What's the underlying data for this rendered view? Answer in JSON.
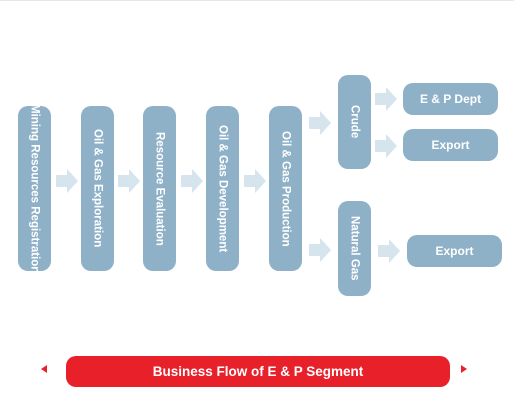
{
  "diagram": {
    "stages": [
      "Mining Resources Registration",
      "Oil & Gas Exploration",
      "Resource Evaluation",
      "Oil & Gas Development",
      "Oil & Gas Production"
    ],
    "branches": [
      {
        "label": "Crude",
        "destinations": [
          "E & P Dept",
          "Export"
        ]
      },
      {
        "label": "Natural Gas",
        "destinations": [
          "Export"
        ]
      }
    ]
  },
  "footer": {
    "title": "Business Flow of E & P Segment"
  },
  "colors": {
    "node": "#8eb1c8",
    "arrow": "#d6e4ee",
    "banner": "#e8202a"
  }
}
